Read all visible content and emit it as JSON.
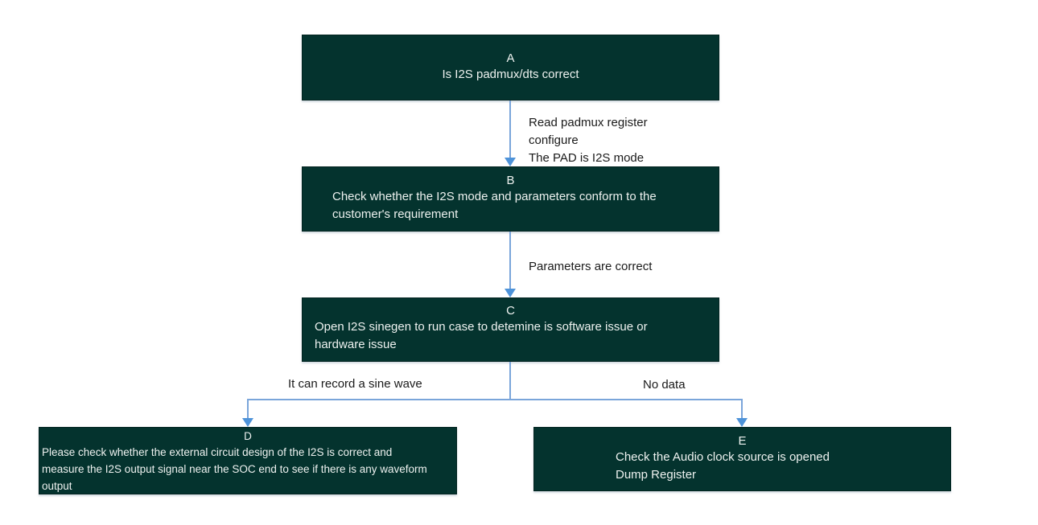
{
  "colors": {
    "box_fill": "#04332e",
    "box_text": "#eef2f0",
    "line_color": "#7aa5da",
    "arrow_color": "#4e93d9",
    "label_text": "#1a1a1a",
    "background": "#ffffff"
  },
  "nodes": {
    "a": {
      "letter": "A",
      "lines": [
        "Is I2S padmux/dts correct"
      ]
    },
    "b": {
      "letter": "B",
      "lines": [
        "Check whether the I2S mode and parameters conform to the",
        "customer's requirement"
      ]
    },
    "c": {
      "letter": "C",
      "lines": [
        "Open I2S sinegen to run case to detemine is software issue or",
        "hardware issue"
      ]
    },
    "d": {
      "letter": "D",
      "lines": [
        "Please check whether the external circuit design of the I2S is correct and",
        "measure the I2S output signal near the SOC end to see if there is any waveform",
        "output"
      ]
    },
    "e": {
      "letter": "E",
      "lines": [
        "Check the Audio clock source is opened",
        "Dump Register"
      ]
    }
  },
  "edge_labels": {
    "a_to_b": [
      "Read padmux register",
      "configure",
      "The PAD is I2S mode"
    ],
    "b_to_c": "Parameters are correct",
    "c_to_d": "It can record a sine wave",
    "c_to_e": "No data"
  }
}
